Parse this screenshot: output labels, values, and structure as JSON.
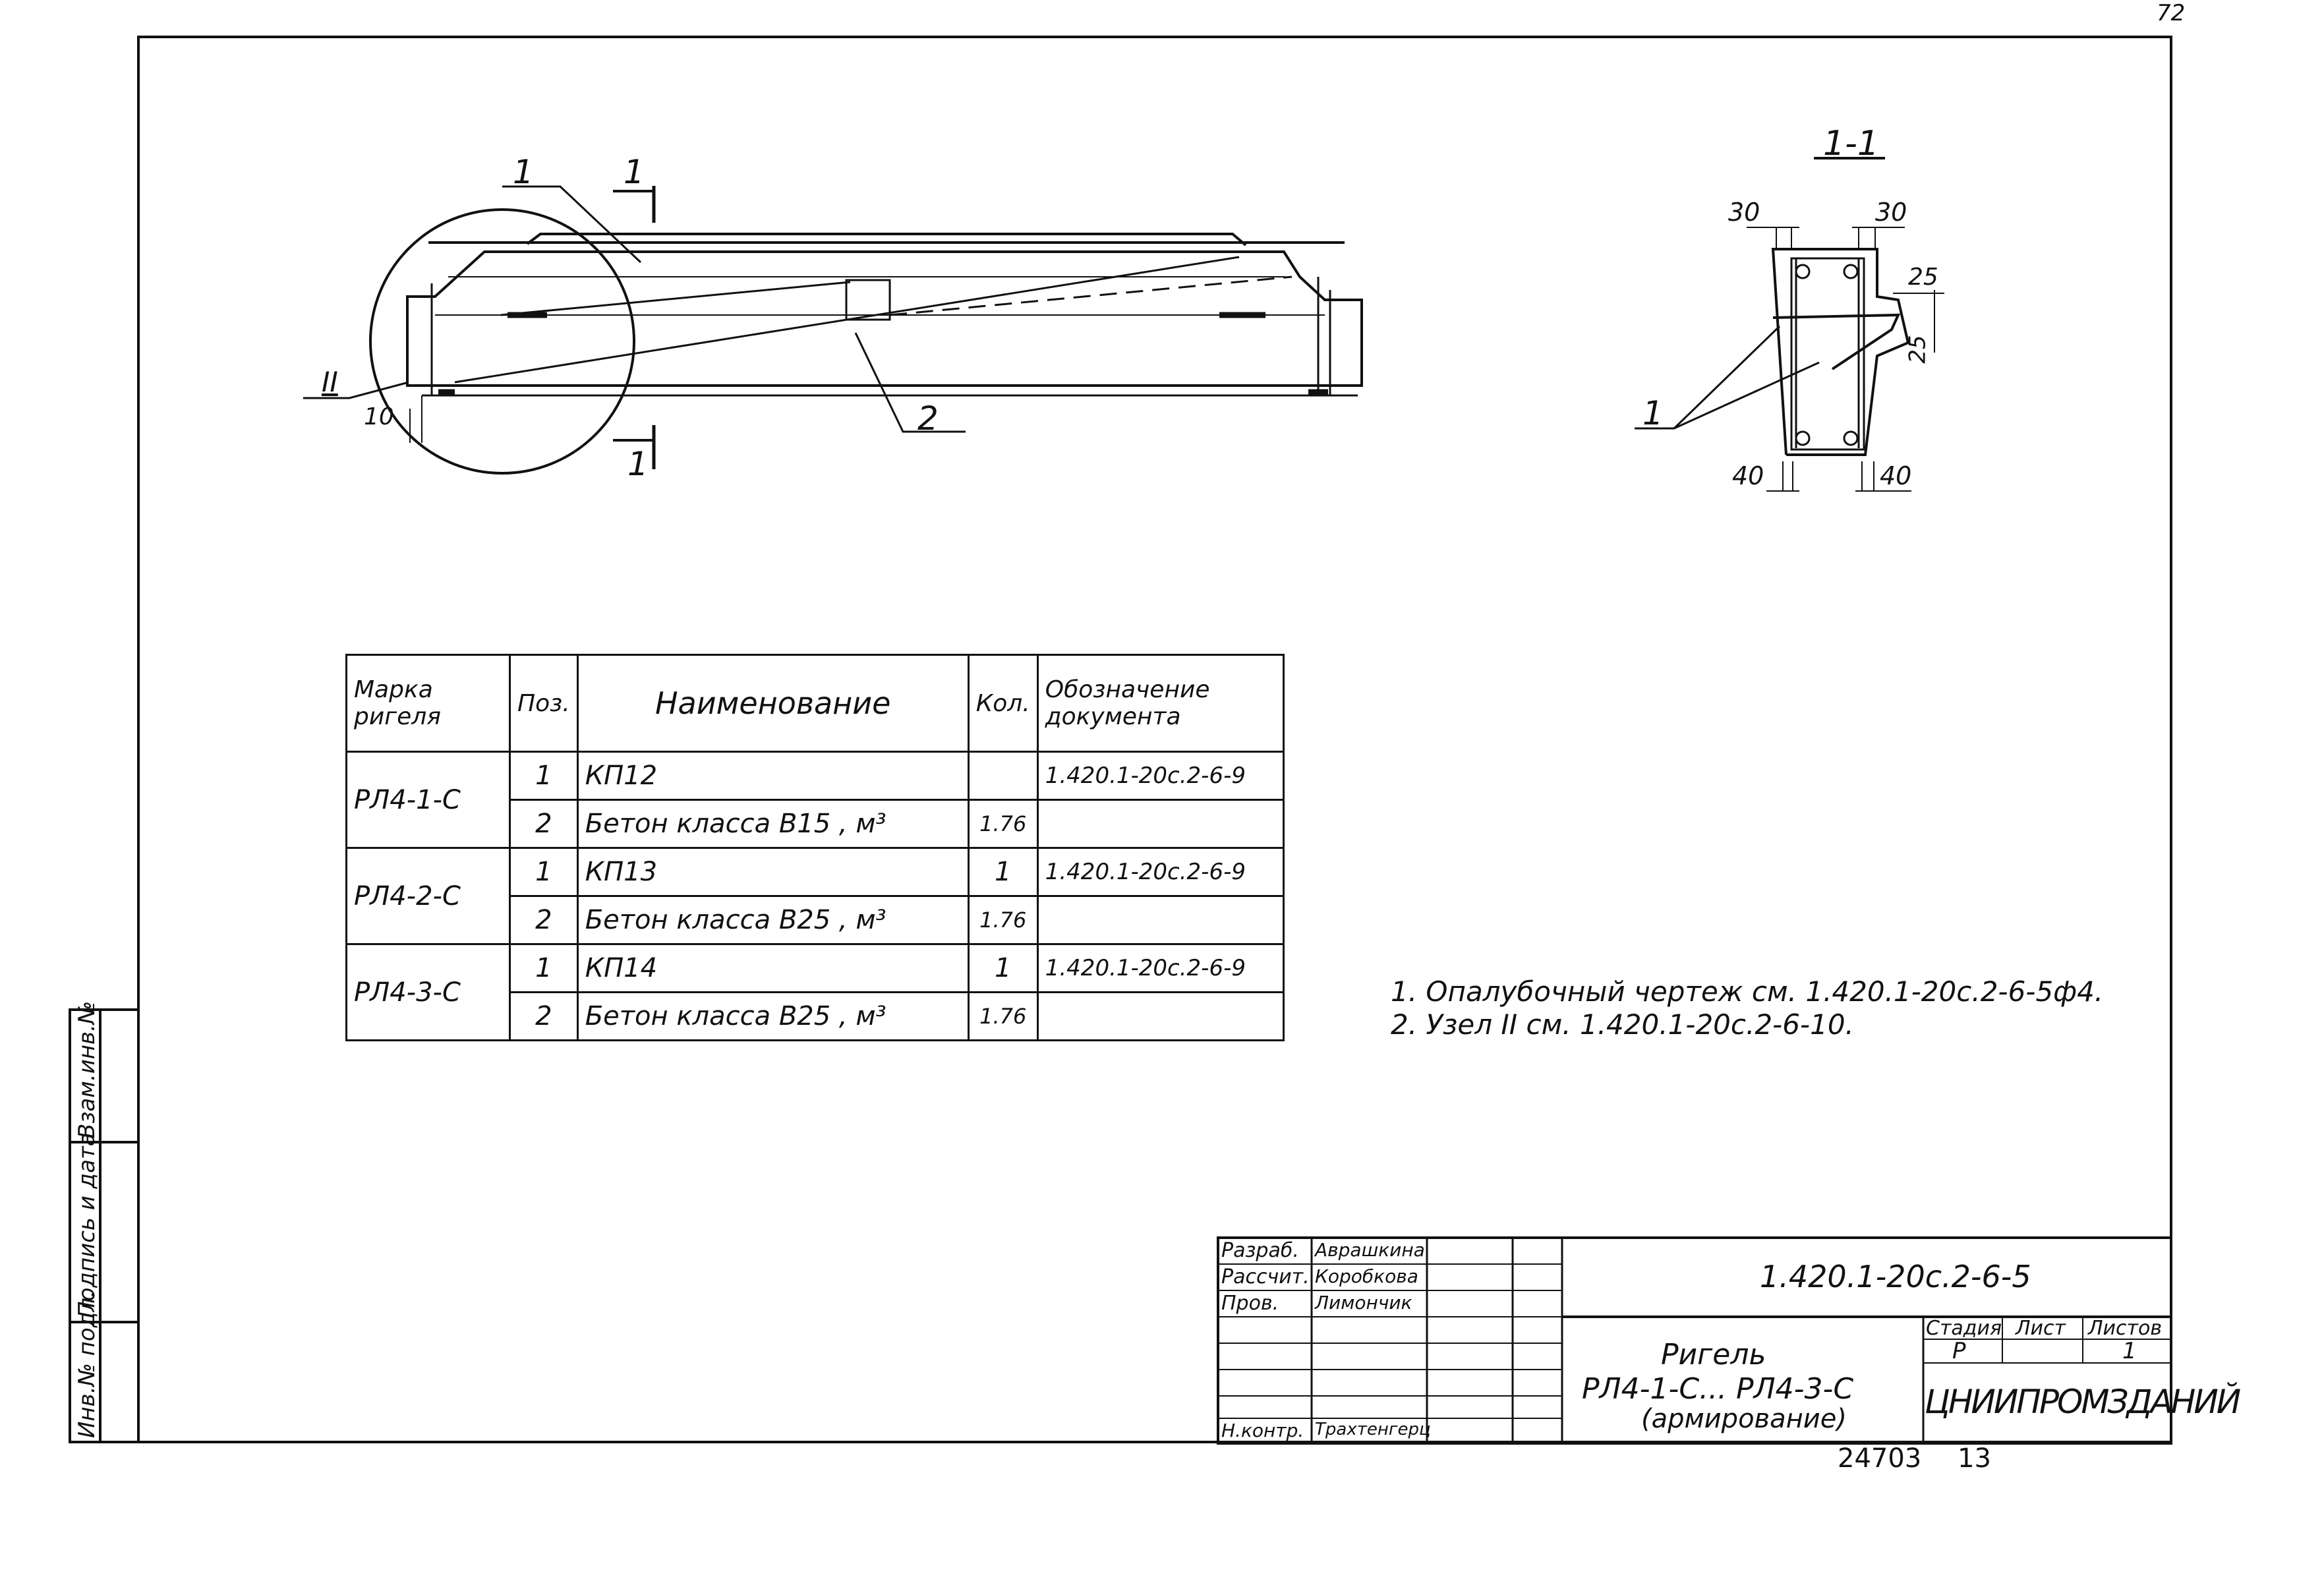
{
  "page_number": "72",
  "section_label": "1-1",
  "elevation": {
    "label_section_top": "1",
    "label_section_bottom": "1",
    "callout_1": "1",
    "callout_2": "2",
    "node_label": "II",
    "dim_10": "10"
  },
  "section_view": {
    "dim_30_left": "30",
    "dim_30_right": "30",
    "dim_25_top": "25",
    "dim_25_side": "25",
    "dim_40_left": "40",
    "dim_40_right": "40",
    "callout_1": "1"
  },
  "spec_table": {
    "headers": {
      "mark": "Марка ригеля",
      "pos": "Поз.",
      "name": "Наименование",
      "qty": "Кол.",
      "doc": "Обозначение документа"
    },
    "groups": [
      {
        "mark": "РЛ4-1-С",
        "rows": [
          {
            "pos": "1",
            "name": "КП12",
            "qty": "",
            "doc": "1.420.1-20с.2-6-9"
          },
          {
            "pos": "2",
            "name": "Бетон класса В15  , м³",
            "qty": "1.76",
            "doc": ""
          }
        ]
      },
      {
        "mark": "РЛ4-2-С",
        "rows": [
          {
            "pos": "1",
            "name": "КП13",
            "qty": "1",
            "doc": "1.420.1-20с.2-6-9"
          },
          {
            "pos": "2",
            "name": "Бетон класса В25  , м³",
            "qty": "1.76",
            "doc": ""
          }
        ]
      },
      {
        "mark": "РЛ4-3-С",
        "rows": [
          {
            "pos": "1",
            "name": "КП14",
            "qty": "1",
            "doc": "1.420.1-20с.2-6-9"
          },
          {
            "pos": "2",
            "name": "Бетон класса В25  , м³",
            "qty": "1.76",
            "doc": ""
          }
        ]
      }
    ]
  },
  "notes": [
    "1. Опалубочный чертеж см. 1.420.1-20с.2-6-5ф4.",
    "2. Узел II см. 1.420.1-20с.2-6-10."
  ],
  "side_stamp": {
    "cell_1": "Взам.инв.№",
    "cell_2": "Подпись и дата",
    "cell_3": "Инв.№ подл."
  },
  "title_block": {
    "roles": [
      "Разраб.",
      "Рассчит.",
      "Пров.",
      "",
      "",
      "",
      "Н.контр."
    ],
    "names": [
      "Аврашкина",
      "Коробкова",
      "Лимончик",
      "",
      "",
      "",
      "Трахтенгерц"
    ],
    "doc_code": "1.420.1-20с.2-6-5",
    "title_line1": "Ригель",
    "title_line2": "РЛ4-1-С... РЛ4-3-С",
    "title_line3": "(армирование)",
    "stage_header": "Стадия",
    "sheet_header": "Лист",
    "sheets_header": "Листов",
    "stage_value": "Р",
    "sheets_value": "1",
    "organization": "ЦНИИПРОМЗДАНИЙ"
  },
  "footer": {
    "archive_no": "24703",
    "page": "13"
  }
}
